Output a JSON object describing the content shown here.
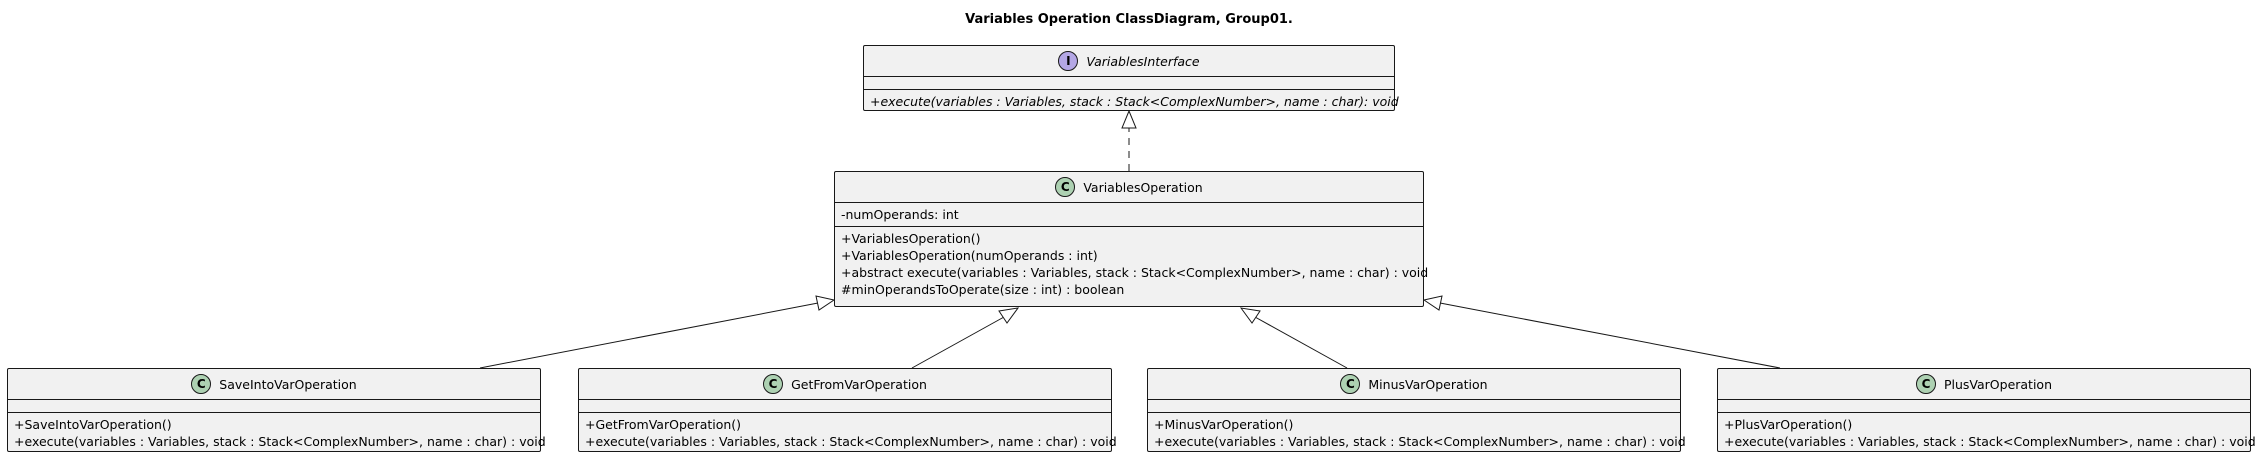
{
  "title": "Variables Operation ClassDiagram, Group01.",
  "classes": {
    "iface": {
      "badge": "I",
      "name": "VariablesInterface",
      "methods": [
        "+execute(variables : Variables, stack : Stack<ComplexNumber>, name : char): void"
      ]
    },
    "base": {
      "badge": "C",
      "name": "VariablesOperation",
      "fields": [
        "-numOperands: int"
      ],
      "methods": [
        "+VariablesOperation()",
        "+VariablesOperation(numOperands : int)",
        "+abstract execute(variables : Variables, stack : Stack<ComplexNumber>, name : char) : void",
        "#minOperandsToOperate(size : int) : boolean"
      ]
    },
    "save": {
      "badge": "C",
      "name": "SaveIntoVarOperation",
      "methods": [
        "+SaveIntoVarOperation()",
        "+execute(variables : Variables, stack : Stack<ComplexNumber>, name : char) : void"
      ]
    },
    "get": {
      "badge": "C",
      "name": "GetFromVarOperation",
      "methods": [
        "+GetFromVarOperation()",
        "+execute(variables : Variables, stack : Stack<ComplexNumber>, name : char) : void"
      ]
    },
    "minus": {
      "badge": "C",
      "name": "MinusVarOperation",
      "methods": [
        "+MinusVarOperation()",
        "+execute(variables : Variables, stack : Stack<ComplexNumber>, name : char) : void"
      ]
    },
    "plus": {
      "badge": "C",
      "name": "PlusVarOperation",
      "methods": [
        "+PlusVarOperation()",
        "+execute(variables : Variables, stack : Stack<ComplexNumber>, name : char) : void"
      ]
    }
  },
  "colors": {
    "class_badge": "#add1b2",
    "interface_badge": "#b4a7e5",
    "box_fill": "#f1f1f1",
    "line": "#181818"
  }
}
